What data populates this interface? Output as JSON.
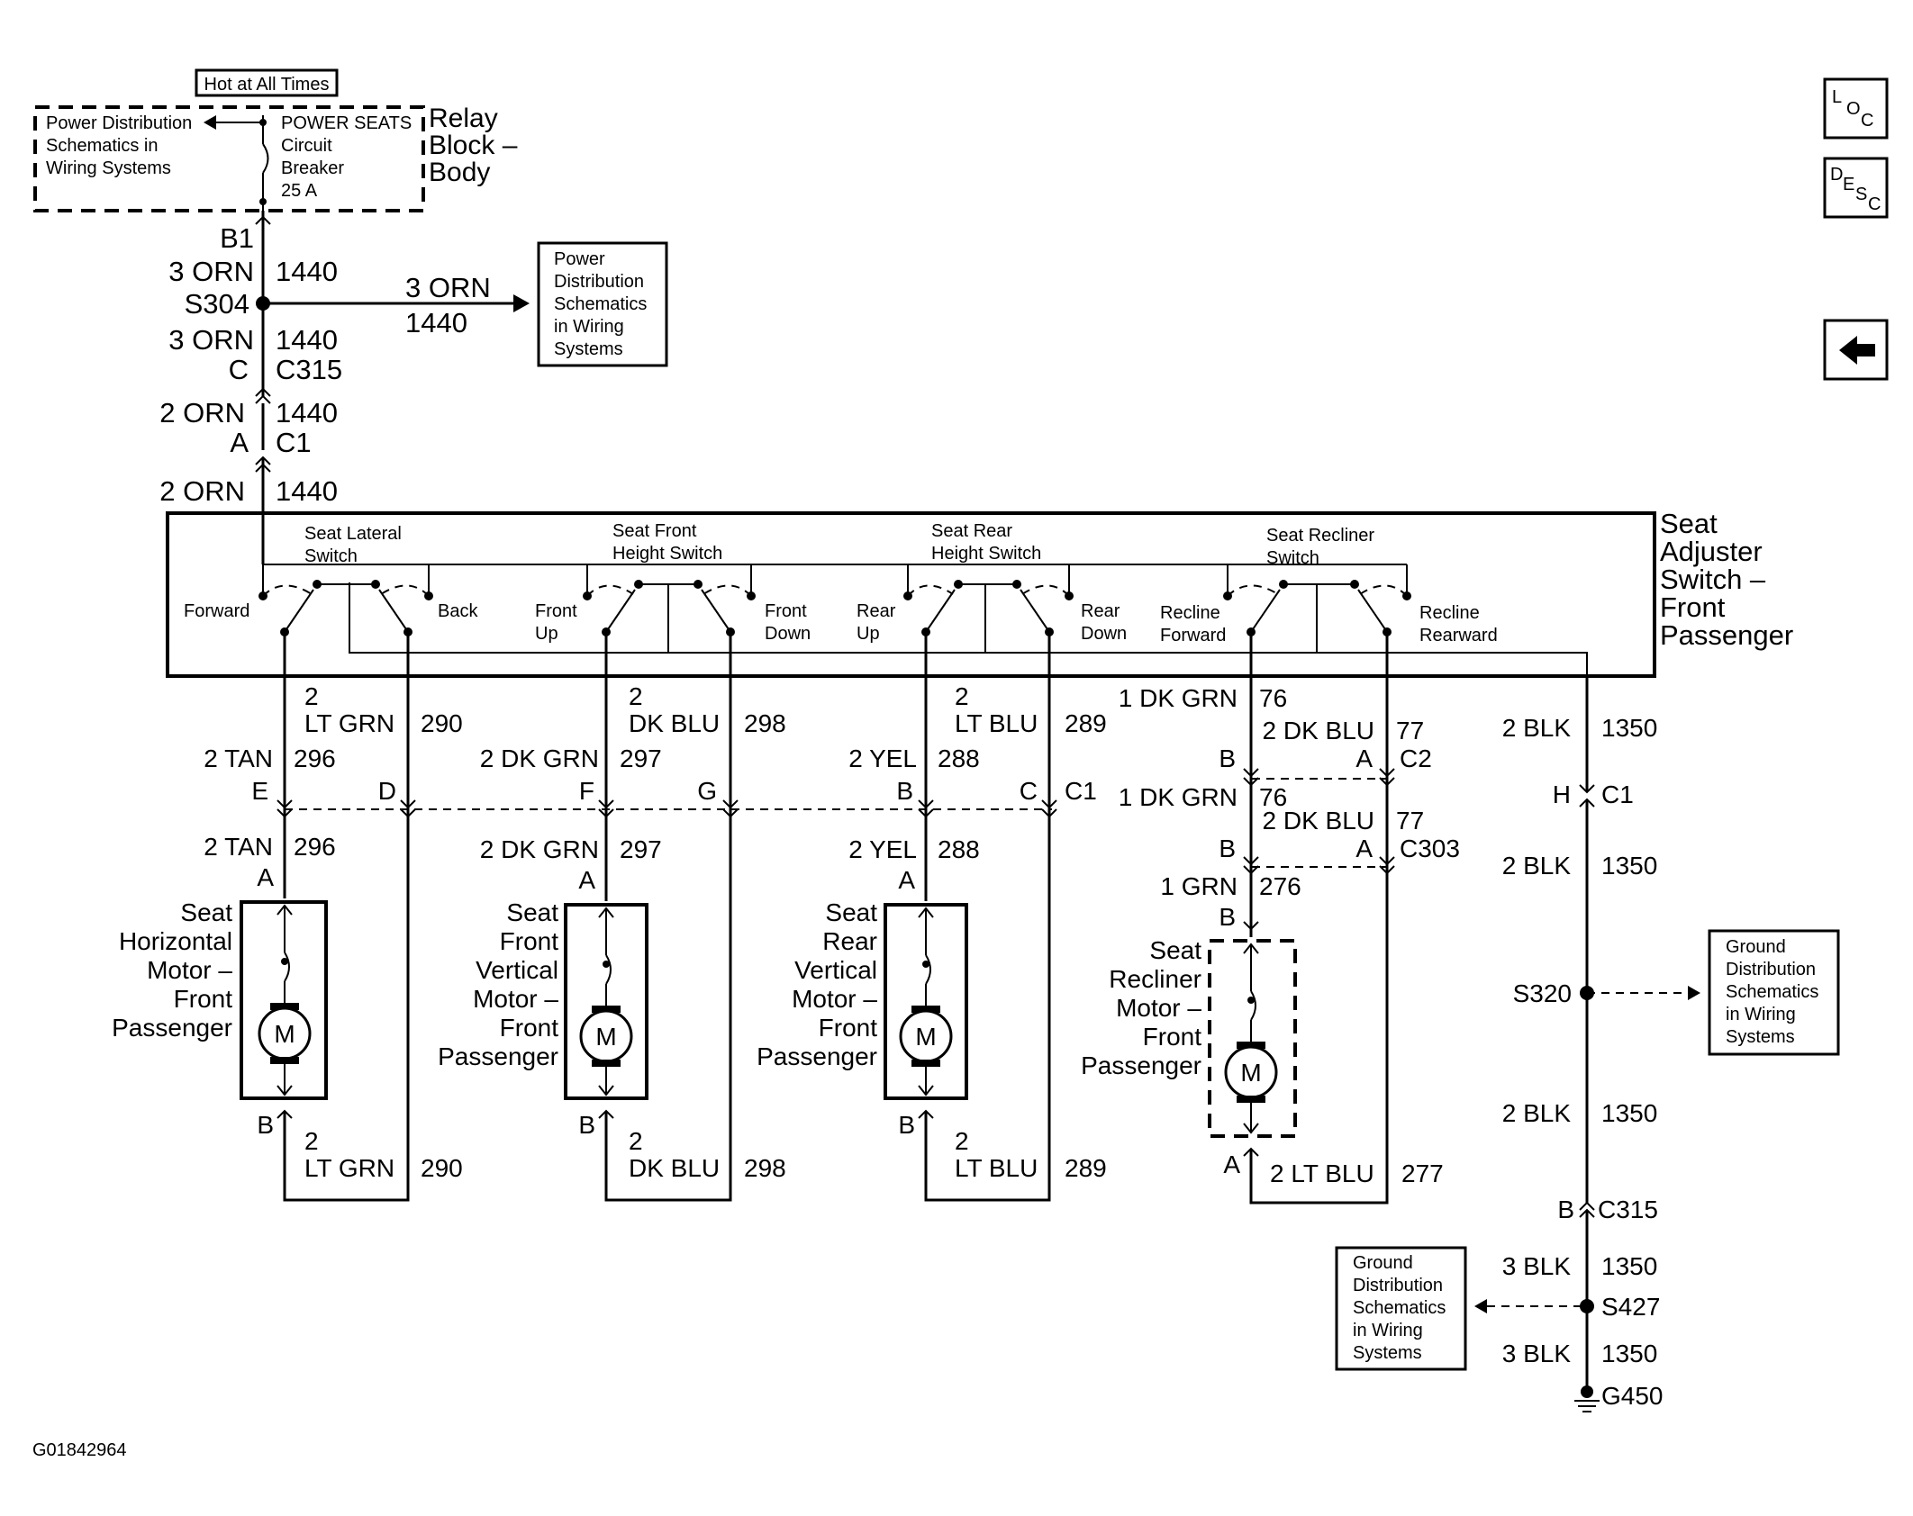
{
  "top": {
    "hot_label": "Hot at All Times",
    "pd_lines": [
      "Power Distribution",
      "Schematics in",
      "Wiring Systems"
    ],
    "breaker_lines": [
      "POWER SEATS",
      "Circuit",
      "Breaker",
      "25 A"
    ],
    "relay_lines": [
      "Relay",
      "Block –",
      "Body"
    ]
  },
  "feed": {
    "b1": "B1",
    "w1_color": "3 ORN",
    "w1_num": "1440",
    "s304": "S304",
    "w2_color": "3 ORN",
    "w2_num": "1440",
    "w3_color": "3 ORN",
    "w3_num": "1440",
    "c315_pin": "C",
    "c315": "C315",
    "w4_color": "2 ORN",
    "w4_num": "1440",
    "c1_pin": "A",
    "c1": "C1",
    "w5_color": "2 ORN",
    "w5_num": "1440",
    "pd_box_lines": [
      "Power",
      "Distribution",
      "Schematics",
      "in Wiring",
      "Systems"
    ]
  },
  "switch": {
    "title_lines": [
      "Seat",
      "Adjuster",
      "Switch –",
      "Front",
      "Passenger"
    ],
    "lateral": [
      "Seat Lateral",
      "Switch"
    ],
    "front_height": [
      "Seat Front",
      "Height Switch"
    ],
    "rear_height": [
      "Seat Rear",
      "Height Switch"
    ],
    "recliner": [
      "Seat Recliner",
      "Switch"
    ],
    "forward": "Forward",
    "back": "Back",
    "front_up": [
      "Front",
      "Up"
    ],
    "front_down": [
      "Front",
      "Down"
    ],
    "rear_up": [
      "Rear",
      "Up"
    ],
    "rear_down": [
      "Rear",
      "Down"
    ],
    "recline_forward": [
      "Recline",
      "Forward"
    ],
    "recline_rearward": [
      "Recline",
      "Rearward"
    ]
  },
  "circuits": {
    "lat_top_gauge": "2",
    "lat_top_color": "LT GRN",
    "lat_top_num": "290",
    "lat_left_color": "2 TAN",
    "lat_left_num": "296",
    "lat_pin_e": "E",
    "lat_pin_d": "D",
    "lat_mid_color": "2 TAN",
    "lat_mid_num": "296",
    "fh_top_gauge": "2",
    "fh_top_color": "DK BLU",
    "fh_top_num": "298",
    "fh_left_color": "2 DK GRN",
    "fh_left_num": "297",
    "fh_pin_f": "F",
    "fh_pin_g": "G",
    "fh_mid_color": "2 DK GRN",
    "fh_mid_num": "297",
    "rh_top_gauge": "2",
    "rh_top_color": "LT BLU",
    "rh_top_num": "289",
    "rh_left_color": "2 YEL",
    "rh_left_num": "288",
    "rh_pin_b": "B",
    "rh_pin_c": "C",
    "c1": "C1",
    "rh_mid_color": "2 YEL",
    "rh_mid_num": "288",
    "rc_top_color": "1 DK GRN",
    "rc_top_num": "76",
    "rc_blu_color": "2 DK BLU",
    "rc_blu_num": "77",
    "rc_pin_b": "B",
    "rc_pin_a": "A",
    "c2": "C2",
    "rc_mid_color": "1 DK GRN",
    "rc_mid_num": "76",
    "rc_mid_blu_color": "2 DK BLU",
    "rc_mid_blu_num": "77",
    "rc_pin_b2": "B",
    "rc_pin_a2": "A",
    "c303": "C303",
    "rc_grn_color": "1 GRN",
    "rc_grn_num": "276",
    "rc_pin_b3": "B"
  },
  "motors": {
    "horizontal": [
      "Seat",
      "Horizontal",
      "Motor –",
      "Front",
      "Passenger"
    ],
    "front_vertical": [
      "Seat",
      "Front",
      "Vertical",
      "Motor –",
      "Front",
      "Passenger"
    ],
    "rear_vertical": [
      "Seat",
      "Rear",
      "Vertical",
      "Motor –",
      "Front",
      "Passenger"
    ],
    "recliner": [
      "Seat",
      "Recliner",
      "Motor –",
      "Front",
      "Passenger"
    ],
    "m": "M",
    "pin_a": "A",
    "pin_b": "B"
  },
  "bottom": {
    "lat_gauge": "2",
    "lat_color": "LT GRN",
    "lat_num": "290",
    "fh_gauge": "2",
    "fh_color": "DK BLU",
    "fh_num": "298",
    "rh_gauge": "2",
    "rh_color": "LT BLU",
    "rh_num": "289",
    "rc_color": "2 LT BLU",
    "rc_num": "277"
  },
  "ground": {
    "g1_color": "2 BLK",
    "g1_num": "1350",
    "h_pin": "H",
    "c1": "C1",
    "g2_color": "2 BLK",
    "g2_num": "1350",
    "s320": "S320",
    "gd_box1": [
      "Ground",
      "Distribution",
      "Schematics",
      "in Wiring",
      "Systems"
    ],
    "g3_color": "2 BLK",
    "g3_num": "1350",
    "b_pin": "B",
    "c315": "C315",
    "g4_color": "3 BLK",
    "g4_num": "1350",
    "gd_box2": [
      "Ground",
      "Distribution",
      "Schematics",
      "in Wiring",
      "Systems"
    ],
    "s427": "S427",
    "g5_color": "3 BLK",
    "g5_num": "1350",
    "g450": "G450"
  },
  "nav": {
    "loc": [
      "L",
      "O",
      "C"
    ],
    "desc": [
      "D",
      "E",
      "S",
      "C"
    ]
  },
  "figure_id": "G01842964"
}
